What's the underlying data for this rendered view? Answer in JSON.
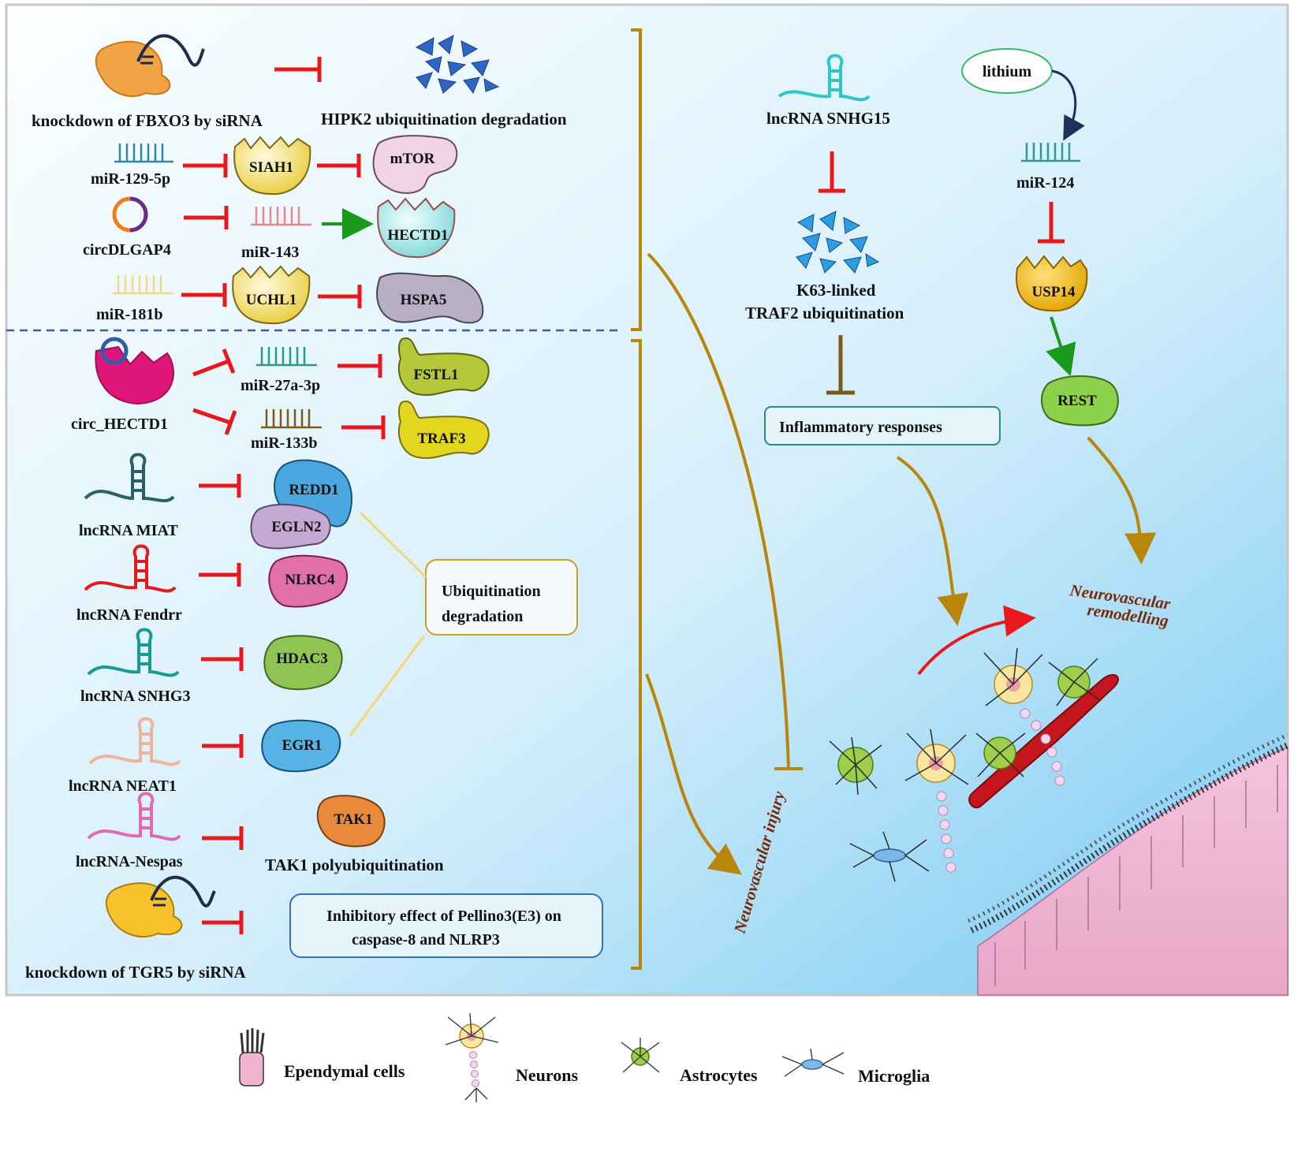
{
  "top_left": {
    "fbxo3": "knockdown of FBXO3 by siRNA",
    "hipk2": "HIPK2 ubiquitination degradation",
    "mir129": "miR-129-5p",
    "siah1": "SIAH1",
    "mtor": "mTOR",
    "circdlgap4": "circDLGAP4",
    "mir143": "miR-143",
    "hectd1": "HECTD1",
    "mir181b": "miR-181b",
    "uchl1": "UCHL1",
    "hspa5": "HSPA5"
  },
  "bottom_left": {
    "circ_hectd1": "circ_HECTD1",
    "mir27a": "miR-27a-3p",
    "fstl1": "FSTL1",
    "mir133b": "miR-133b",
    "traf3": "TRAF3",
    "miat": "lncRNA  MIAT",
    "redd1": "REDD1",
    "egln2": "EGLN2",
    "fendrr": "lncRNA  Fendrr",
    "nlrc4": "NLRC4",
    "snhg3": "lncRNA SNHG3",
    "hdac3": "HDAC3",
    "neat1": "lncRNA  NEAT1",
    "egr1": "EGR1",
    "nespas": "lncRNA-Nespas",
    "tak1": "TAK1",
    "tak1_poly": "TAK1 polyubiquitination",
    "tgr5": "knockdown  of  TGR5  by  siRNA",
    "pellino_line1": "Inhibitory effect of Pellino3(E3) on",
    "pellino_line2": "caspase-8 and NLRP3",
    "ubiq_line1": "Ubiquitination",
    "ubiq_line2": "degradation"
  },
  "right": {
    "snhg15": "lncRNA  SNHG15",
    "k63_line1": "K63-linked",
    "k63_line2": "TRAF2 ubiquitination",
    "inflammatory": "Inflammatory responses",
    "lithium": "lithium",
    "mir124": "miR-124",
    "usp14": "USP14",
    "rest": "REST",
    "remod_line1": "Neurovascular",
    "remod_line2": "remodelling",
    "injury": "Neurovascular injury"
  },
  "legend": {
    "ependymal": "Ependymal cells",
    "neurons": "Neurons",
    "astrocytes": "Astrocytes",
    "microglia": "Microglia"
  },
  "colors": {
    "inhibit": "#e8191d",
    "activate": "#1a9a1a",
    "brace": "#b8860b",
    "panel_top": "#f4fbfe",
    "panel_bottom": "#7ccdf3"
  }
}
